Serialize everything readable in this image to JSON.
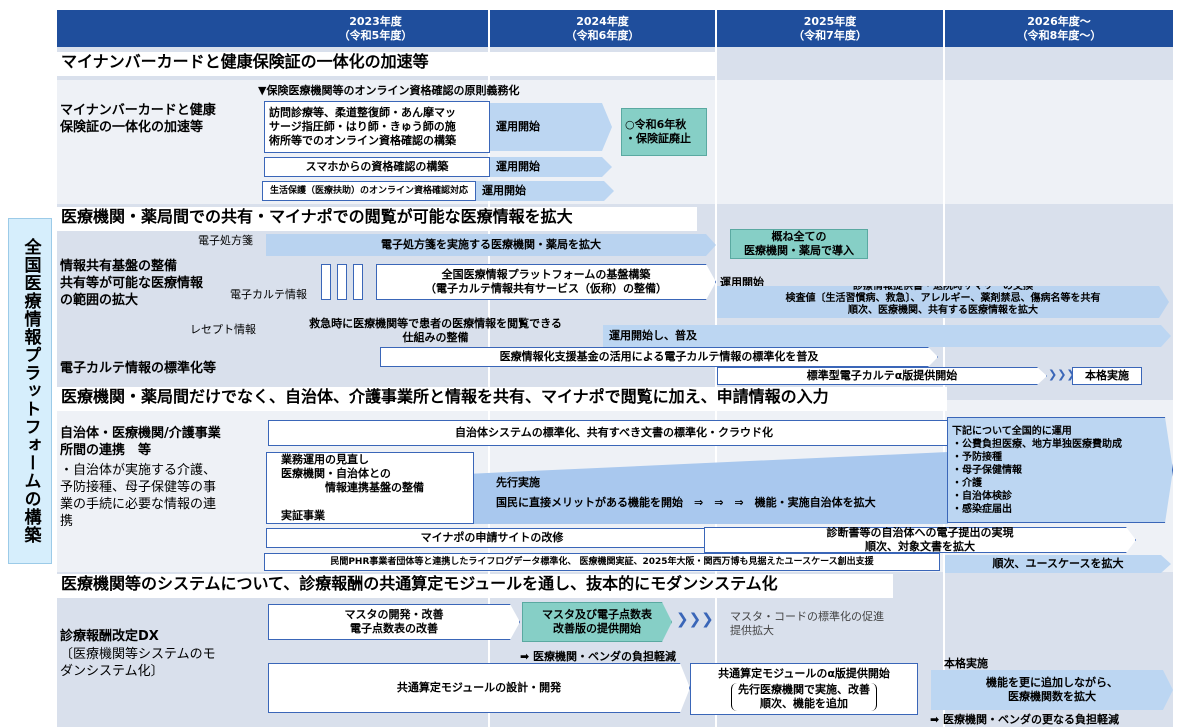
{
  "years": [
    {
      "label": "2023年度\n（令和5年度）"
    },
    {
      "label": "2024年度\n（令和6年度）"
    },
    {
      "label": "2025年度\n（令和7年度）"
    },
    {
      "label": "2026年度～\n（令和8年度～）"
    }
  ],
  "side_title": "全国医療情報プラットフォームの構築",
  "s1": {
    "title": "マイナンバーカードと健康保険証の一体化の加速等",
    "label": "マイナンバーカードと健康\n保険証の一体化の加速等",
    "milestone": "▼保険医療機関等のオンライン資格確認の原則義務化",
    "box1": "訪問診療等、柔道整復師・あん摩マッ\nサージ指圧師・はり師・きゅう師の施\n術所等でのオンライン資格確認の構築",
    "arrow1": "運用開始",
    "teal": "○令和6年秋\n・保険証廃止",
    "box2": "スマホからの資格確認の構築",
    "arrow2": "運用開始",
    "box3": "生活保護（医療扶助）のオンライン資格確認対応",
    "arrow3": "運用開始"
  },
  "s2": {
    "title": "医療機関・薬局間での共有・マイナポでの閲覧が可能な医療情報を拡大",
    "label": "情報共有基盤の整備\n共有等が可能な医療情報\nの範囲の拡大",
    "tag_rx": "電子処方箋",
    "tag_emr": "電子カルテ情報",
    "tag_receipt": "レセプト情報",
    "rx_arrow": "電子処方箋を実施する医療機関・薬局を拡大",
    "rx_teal": "概ね全ての\n医療機関・薬局で導入",
    "emr_box": "全国医療情報プラットフォームの基盤構築\n（電子カルテ情報共有サービス（仮称）の整備）",
    "emr_start": "運用開始",
    "emr_arrow": "診療情報提供書・退院時サマリーの交換\n検査値〔生活習慣病、救急〕、アレルギー、薬剤禁忌、傷病名等を共有\n順次、医療機関、共有する医療情報を拡大",
    "receipt_box": "救急時に医療機関等で患者の医療情報を閲覧できる\n仕組みの整備",
    "receipt_arrow": "運用開始し、普及",
    "std_label": "電子カルテ情報の標準化等",
    "std_arrow": "医療情報化支援基金の活用による電子カルテ情報の標準化を普及",
    "std_arrow2": "標準型電子カルテα版提供開始",
    "std_end": "本格実施"
  },
  "s3": {
    "title": "医療機関・薬局間だけでなく、自治体、介護事業所と情報を共有、マイナポで閲覧に加え、申請情報の入力",
    "label_bold": "自治体・医療機関/介護事業\n所間の連携　等",
    "label_note": "・自治体が実施する介護、\n予防接種、母子保健等の事\n業の手続に必要な情報の連\n携",
    "arrow1": "自治体システムの標準化、共有すべき文書の標準化・クラウド化",
    "box_left": "業務運用の見直し\n医療機関・自治体との\n　　　　情報連携基盤の整備\n\n実証事業",
    "pilot_title": "先行実施",
    "pilot_text": "国民に直接メリットがある機能を開始　⇒　⇒　⇒　機能・実施自治体を拡大",
    "right_box": "下記について全国的に運用\n・公費負担医療、地方単独医療費助成\n・予防接種\n・母子保健情報\n・介護\n・自治体検診\n・感染症届出",
    "mynapo": "マイナポの申請サイトの改修",
    "shindan": "診断書等の自治体への電子提出の実現\n順次、対象文書を拡大",
    "phr": "民間PHR事業者団体等と連携したライフログデータ標準化、 医療機関実証、2025年大阪・関西万博も見据えたユースケース創出支援",
    "phr_end": "順次、ユースケースを拡大"
  },
  "s4": {
    "title": "医療機関等のシステムについて、診療報酬の共通算定モジュールを通し、抜本的にモダンシステム化",
    "label_bold": "診療報酬改定DX",
    "label_note": "〔医療機関等システムのモ\nダンシステム化〕",
    "master_arrow": "マスタの開発・改善\n電子点数表の改善",
    "master_teal": "マスタ及び電子点数表\n改善版の提供開始",
    "master_text": "マスタ・コードの標準化の促進\n提供拡大",
    "note1": "➡ 医療機関・ベンダの負担軽減",
    "module_arrow": "共通算定モジュールの設計・開発",
    "alpha_title": "共通算定モジュールのα版提供開始",
    "alpha_text": "先行医療機関で実施、改善\n順次、機能を追加",
    "full_title": "本格実施",
    "full_text": "機能を更に追加しながら、\n医療機関数を拡大",
    "note2": "➡ 医療機関・ベンダの更なる負担軽減"
  }
}
